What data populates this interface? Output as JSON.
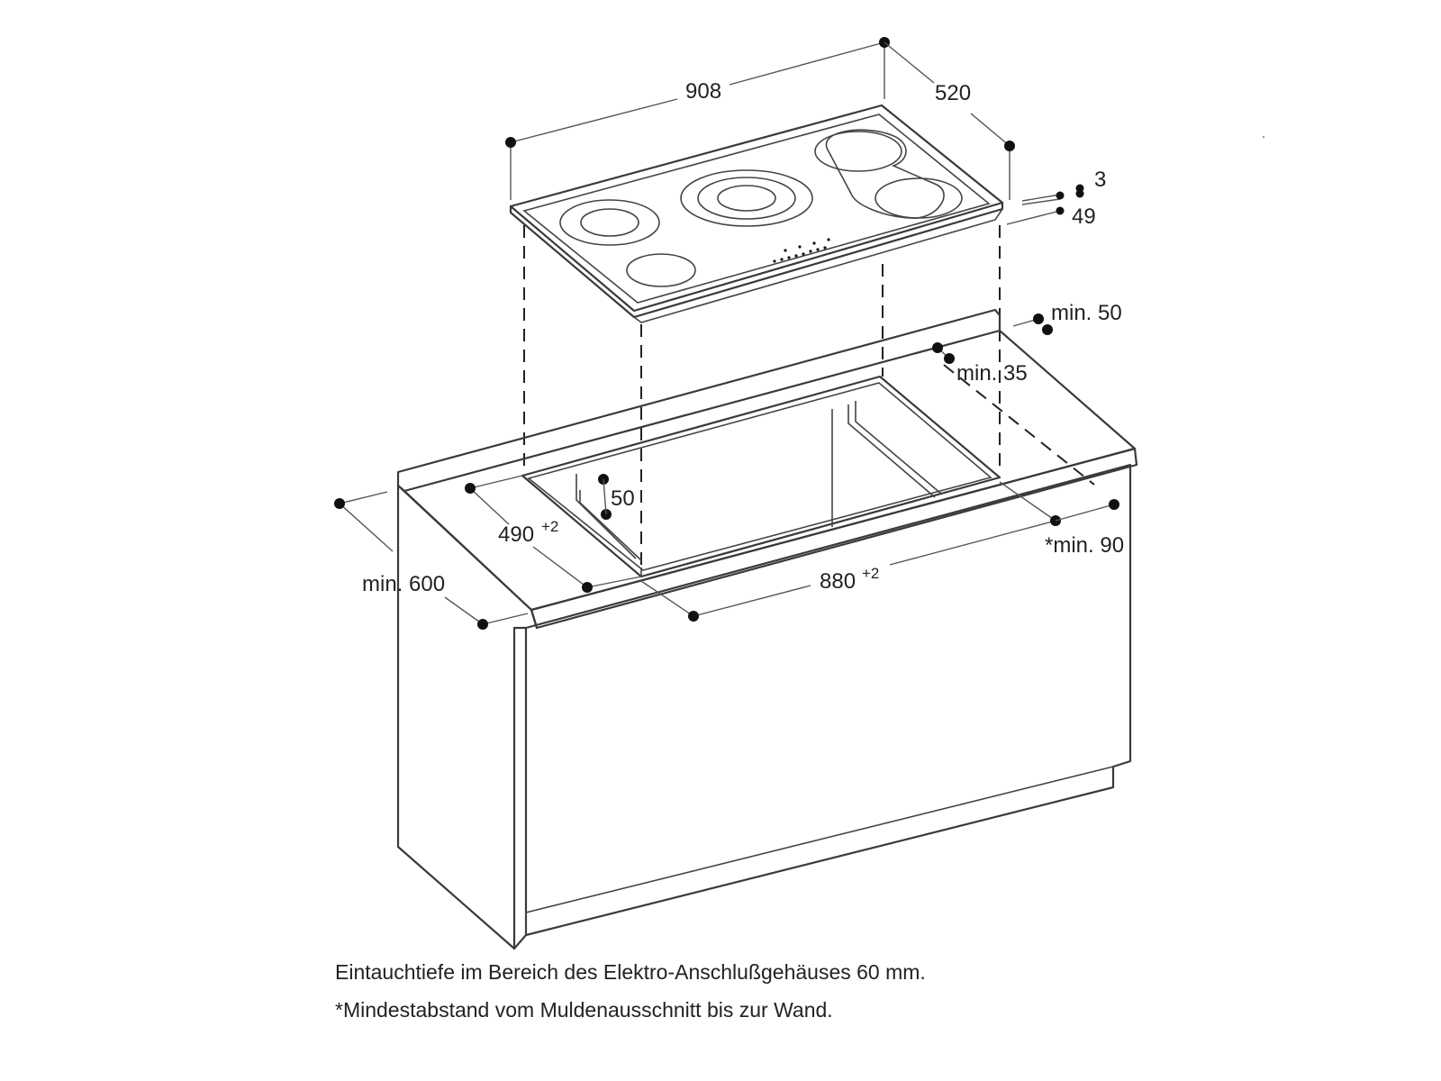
{
  "dimensions": {
    "hob_width": "908",
    "hob_depth": "520",
    "glass_thickness": "3",
    "hob_height": "49",
    "rear_min": "min. 50",
    "cutout_rear_min": "min. 35",
    "front_edge": "50",
    "cutout_depth": "490",
    "cutout_depth_tol": "+2",
    "cutout_width": "880",
    "cutout_width_tol": "+2",
    "side_min": "*min. 90",
    "worktop_depth": "min. 600"
  },
  "notes": {
    "line1": "Eintauchtiefe im Bereich des Elektro-Anschlußgehäuses 60 mm.",
    "line2": "*Mindestabstand vom Muldenausschnitt bis zur Wand."
  }
}
